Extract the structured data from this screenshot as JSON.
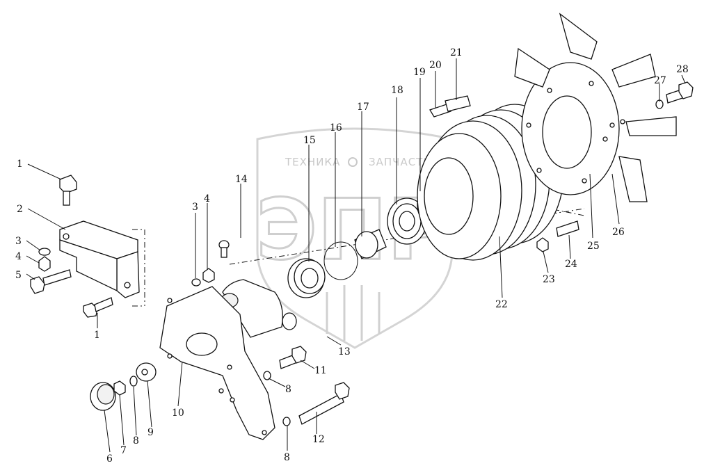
{
  "watermark": {
    "left_text": "ТЕХНИКА",
    "right_text": "ЗАПЧАСТИ",
    "logo_text": "ЭПР"
  },
  "callouts": [
    {
      "id": "c1a",
      "label": "1"
    },
    {
      "id": "c2",
      "label": "2"
    },
    {
      "id": "c3a",
      "label": "3"
    },
    {
      "id": "c4a",
      "label": "4"
    },
    {
      "id": "c5",
      "label": "5"
    },
    {
      "id": "c1b",
      "label": "1"
    },
    {
      "id": "c3b",
      "label": "3"
    },
    {
      "id": "c4b",
      "label": "4"
    },
    {
      "id": "c14",
      "label": "14"
    },
    {
      "id": "c15",
      "label": "15"
    },
    {
      "id": "c16",
      "label": "16"
    },
    {
      "id": "c17",
      "label": "17"
    },
    {
      "id": "c18",
      "label": "18"
    },
    {
      "id": "c19",
      "label": "19"
    },
    {
      "id": "c20",
      "label": "20"
    },
    {
      "id": "c21",
      "label": "21"
    },
    {
      "id": "c22",
      "label": "22"
    },
    {
      "id": "c23",
      "label": "23"
    },
    {
      "id": "c24",
      "label": "24"
    },
    {
      "id": "c25",
      "label": "25"
    },
    {
      "id": "c26",
      "label": "26"
    },
    {
      "id": "c27",
      "label": "27"
    },
    {
      "id": "c28",
      "label": "28"
    },
    {
      "id": "c13",
      "label": "13"
    },
    {
      "id": "c11",
      "label": "11"
    },
    {
      "id": "c8a",
      "label": "8"
    },
    {
      "id": "c10",
      "label": "10"
    },
    {
      "id": "c12",
      "label": "12"
    },
    {
      "id": "c8b",
      "label": "8"
    },
    {
      "id": "c6",
      "label": "6"
    },
    {
      "id": "c7",
      "label": "7"
    },
    {
      "id": "c8c",
      "label": "8"
    },
    {
      "id": "c9",
      "label": "9"
    }
  ]
}
